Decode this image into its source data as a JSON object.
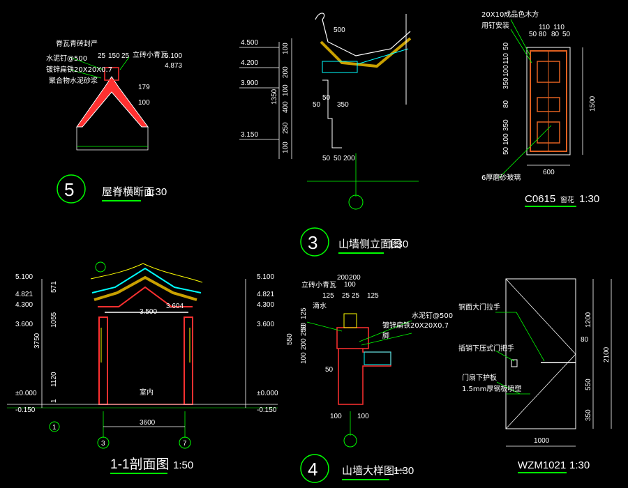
{
  "colors": {
    "background": "#000000",
    "line": "#ffffff",
    "leader": "#00ff00",
    "wall": "#ff3030",
    "roof": "#00ffff",
    "tile": "#c8a000",
    "frame": "#e06020",
    "cloud": "#ffff00"
  },
  "detail5": {
    "number": "5",
    "title": "屋脊横断面",
    "scale": "1:30",
    "notes": [
      "脊瓦青砖封严",
      "水泥钉@500",
      "镀锌扁铁20X20X0.7",
      "聚合物水泥砂浆"
    ],
    "dims": [
      "25",
      "150",
      "25",
      "179",
      "100"
    ],
    "label_top": "立砖小青瓦",
    "elev": [
      "5.100",
      "4.873"
    ]
  },
  "detail3": {
    "number": "3",
    "title": "山墙侧立面图",
    "scale": "1:30",
    "elev": [
      "4.500",
      "4.200",
      "3.900",
      "3.150"
    ],
    "dims_v": [
      "100",
      "200",
      "100",
      "1350",
      "400",
      "250",
      "100"
    ],
    "dims_h": [
      "500",
      "50",
      "50",
      "350",
      "50",
      "50",
      "200"
    ]
  },
  "window": {
    "code": "C0615",
    "suffix": "窗花",
    "scale": "1:30",
    "notes": [
      "20X10成品色木方",
      "用钉安装",
      "6厚磨砂玻璃"
    ],
    "dims_top": [
      "50",
      "80",
      "110",
      "110",
      "80",
      "50"
    ],
    "dims_left": [
      "50",
      "110",
      "100",
      "350",
      "80",
      "350",
      "100",
      "50"
    ],
    "height": "1500",
    "width": "600"
  },
  "section": {
    "title": "1-1剖面图",
    "scale": "1:50",
    "elev_left": [
      "5.100",
      "4.821",
      "4.300",
      "3.600",
      "±0.000",
      "-0.150"
    ],
    "elev_right": [
      "5.100",
      "4.821",
      "4.300",
      "3.600",
      "±0.000",
      "-0.150"
    ],
    "dims_v": [
      "571",
      "1055",
      "3750",
      "1120",
      "1"
    ],
    "inner": [
      "3.500",
      "室内",
      "3.604"
    ],
    "axis": [
      "3",
      "7"
    ],
    "span": "3600",
    "callout": "1"
  },
  "detail4": {
    "number": "4",
    "title": "山墙大样图一",
    "scale": "1:30",
    "label_top": "立砖小青瓦",
    "notes": [
      "滴水",
      "水泥钉@500",
      "镀锌扁铁20X20X0.7",
      "脚"
    ],
    "dims_top": [
      "200",
      "200",
      "100",
      "125",
      "25",
      "25",
      "125"
    ],
    "dims_left": [
      "125",
      "50",
      "550",
      "100",
      "200",
      "250",
      "50"
    ],
    "dims_bottom": [
      "100",
      "100"
    ]
  },
  "door": {
    "code": "WZM1021",
    "scale": "1:30",
    "notes": [
      "铜面大门拉手",
      "插销下压式门把手",
      "门扇下护板",
      "1.5mm厚钢板喷塑"
    ],
    "dims_right": [
      "1200",
      "80",
      "550",
      "350"
    ],
    "height": "2100",
    "width": "1000"
  }
}
